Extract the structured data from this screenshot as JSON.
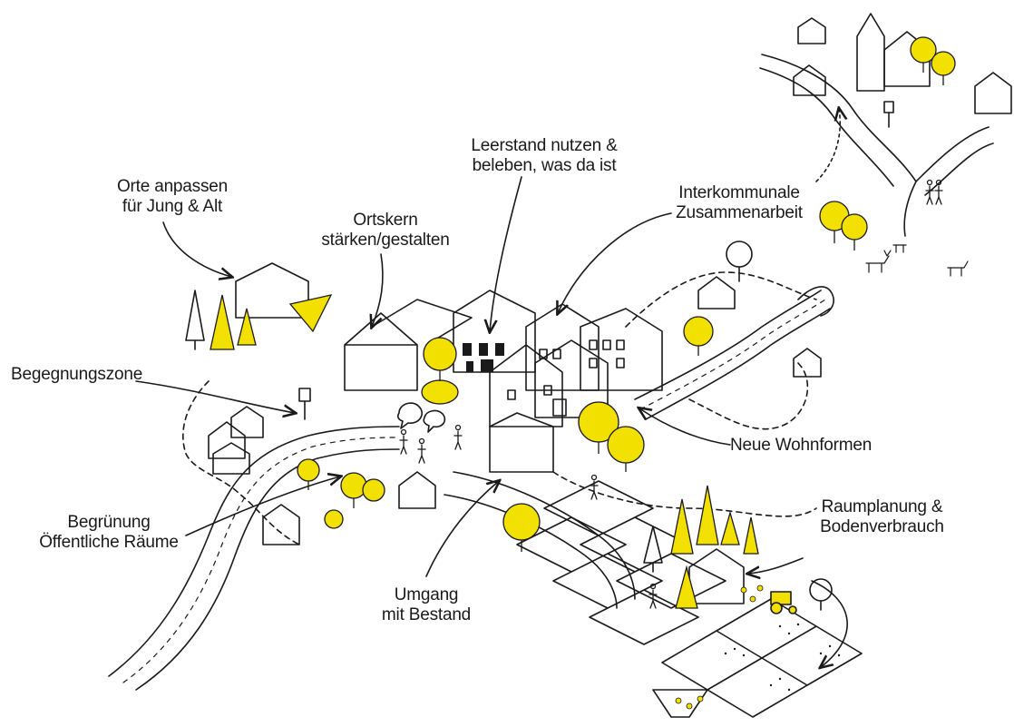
{
  "colors": {
    "accent": "#f2e000",
    "ink": "#1a1a1a",
    "background": "#ffffff"
  },
  "labels": {
    "orte_anpassen": [
      "Orte anpassen",
      "für Jung & Alt"
    ],
    "ortskern": [
      "Ortskern",
      "stärken/gestalten"
    ],
    "leerstand": [
      "Leerstand nutzen &",
      "beleben, was da ist"
    ],
    "interkommunale": [
      "Interkommunale",
      "Zusammenarbeit"
    ],
    "begegnungszone": [
      "Begegnungszone"
    ],
    "neue_wohnformen": [
      "Neue Wohnformen"
    ],
    "begruenung": [
      "Begrünung",
      "Öffentliche Räume"
    ],
    "umgang": [
      "Umgang",
      "mit Bestand"
    ],
    "raumplanung": [
      "Raumplanung &",
      "Bodenverbrauch"
    ]
  },
  "icons": {
    "bus_stop_sign": "H",
    "house": "house-icon",
    "tree": "tree-icon",
    "church": "church-icon",
    "tractor": "tractor-icon",
    "deer": "deer-icon",
    "person": "person-icon",
    "speech_bubble": "speech-bubble-icon"
  }
}
